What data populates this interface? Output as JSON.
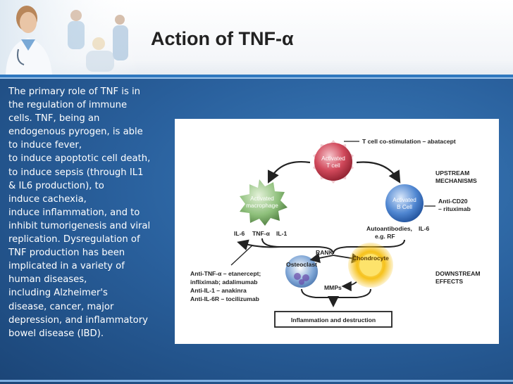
{
  "slide": {
    "title": "Action of TNF-α",
    "description_lines": [
      "The primary role of TNF is in",
      "the regulation of immune",
      "cells. TNF, being an",
      "endogenous pyrogen, is able",
      "to induce fever,",
      "to induce apoptotic cell death,",
      "to induce sepsis (through IL1",
      "& IL6 production), to",
      "induce cachexia,",
      "induce inflammation, and to",
      "inhibit tumorigenesis and viral",
      "replication. Dysregulation of",
      "TNF production has been",
      "implicated in a variety of",
      "human diseases,",
      "including Alzheimer's",
      "disease, cancer, major",
      "depression, and inflammatory",
      "bowel disease (IBD)."
    ]
  },
  "diagram": {
    "costim_label": "T cell co-stimulation – abatacept",
    "tcell": {
      "line1": "Activated",
      "line2": "T cell"
    },
    "macrophage": {
      "line1": "Activated",
      "line2": "macrophage"
    },
    "bcell": {
      "line1": "Activated",
      "line2": "B Cell"
    },
    "cytokines": {
      "il6": "IL-6",
      "tnf": "TNF-α",
      "il1": "IL-1"
    },
    "autoantibodies": {
      "line1": "Autoantibodies,",
      "line2": "e.g. RF"
    },
    "bcell_il6": "IL-6",
    "upstream": {
      "line1": "UPSTREAM",
      "line2": "MECHANISMS"
    },
    "anti_cd20": {
      "line1": "Anti-CD20",
      "line2": "– rituximab"
    },
    "rank": "RANK",
    "osteoclast": "Osteoclast",
    "chondrocyte": "Chondrocyte",
    "mmps": "MMPs",
    "downstream": {
      "line1": "DOWNSTREAM",
      "line2": "EFFECTS"
    },
    "therapies": [
      "Anti-TNF-α – etanercept;",
      "infliximab; adalimumab",
      "Anti-IL-1 – anakinra",
      "Anti-IL-6R – tocilizumab"
    ],
    "outcome": "Inflammation and destruction"
  },
  "colors": {
    "header_bg": "#ffffff",
    "accent_blue": "#2f78bf",
    "body_blue": "#2a619e",
    "tcell_red": "#d1495b",
    "macrophage_green": "#8dbf7a",
    "bcell_blue": "#4f86d1",
    "osteoclast_blue": "#7fa6d6",
    "chondrocyte_yellow": "#f6c21c"
  }
}
